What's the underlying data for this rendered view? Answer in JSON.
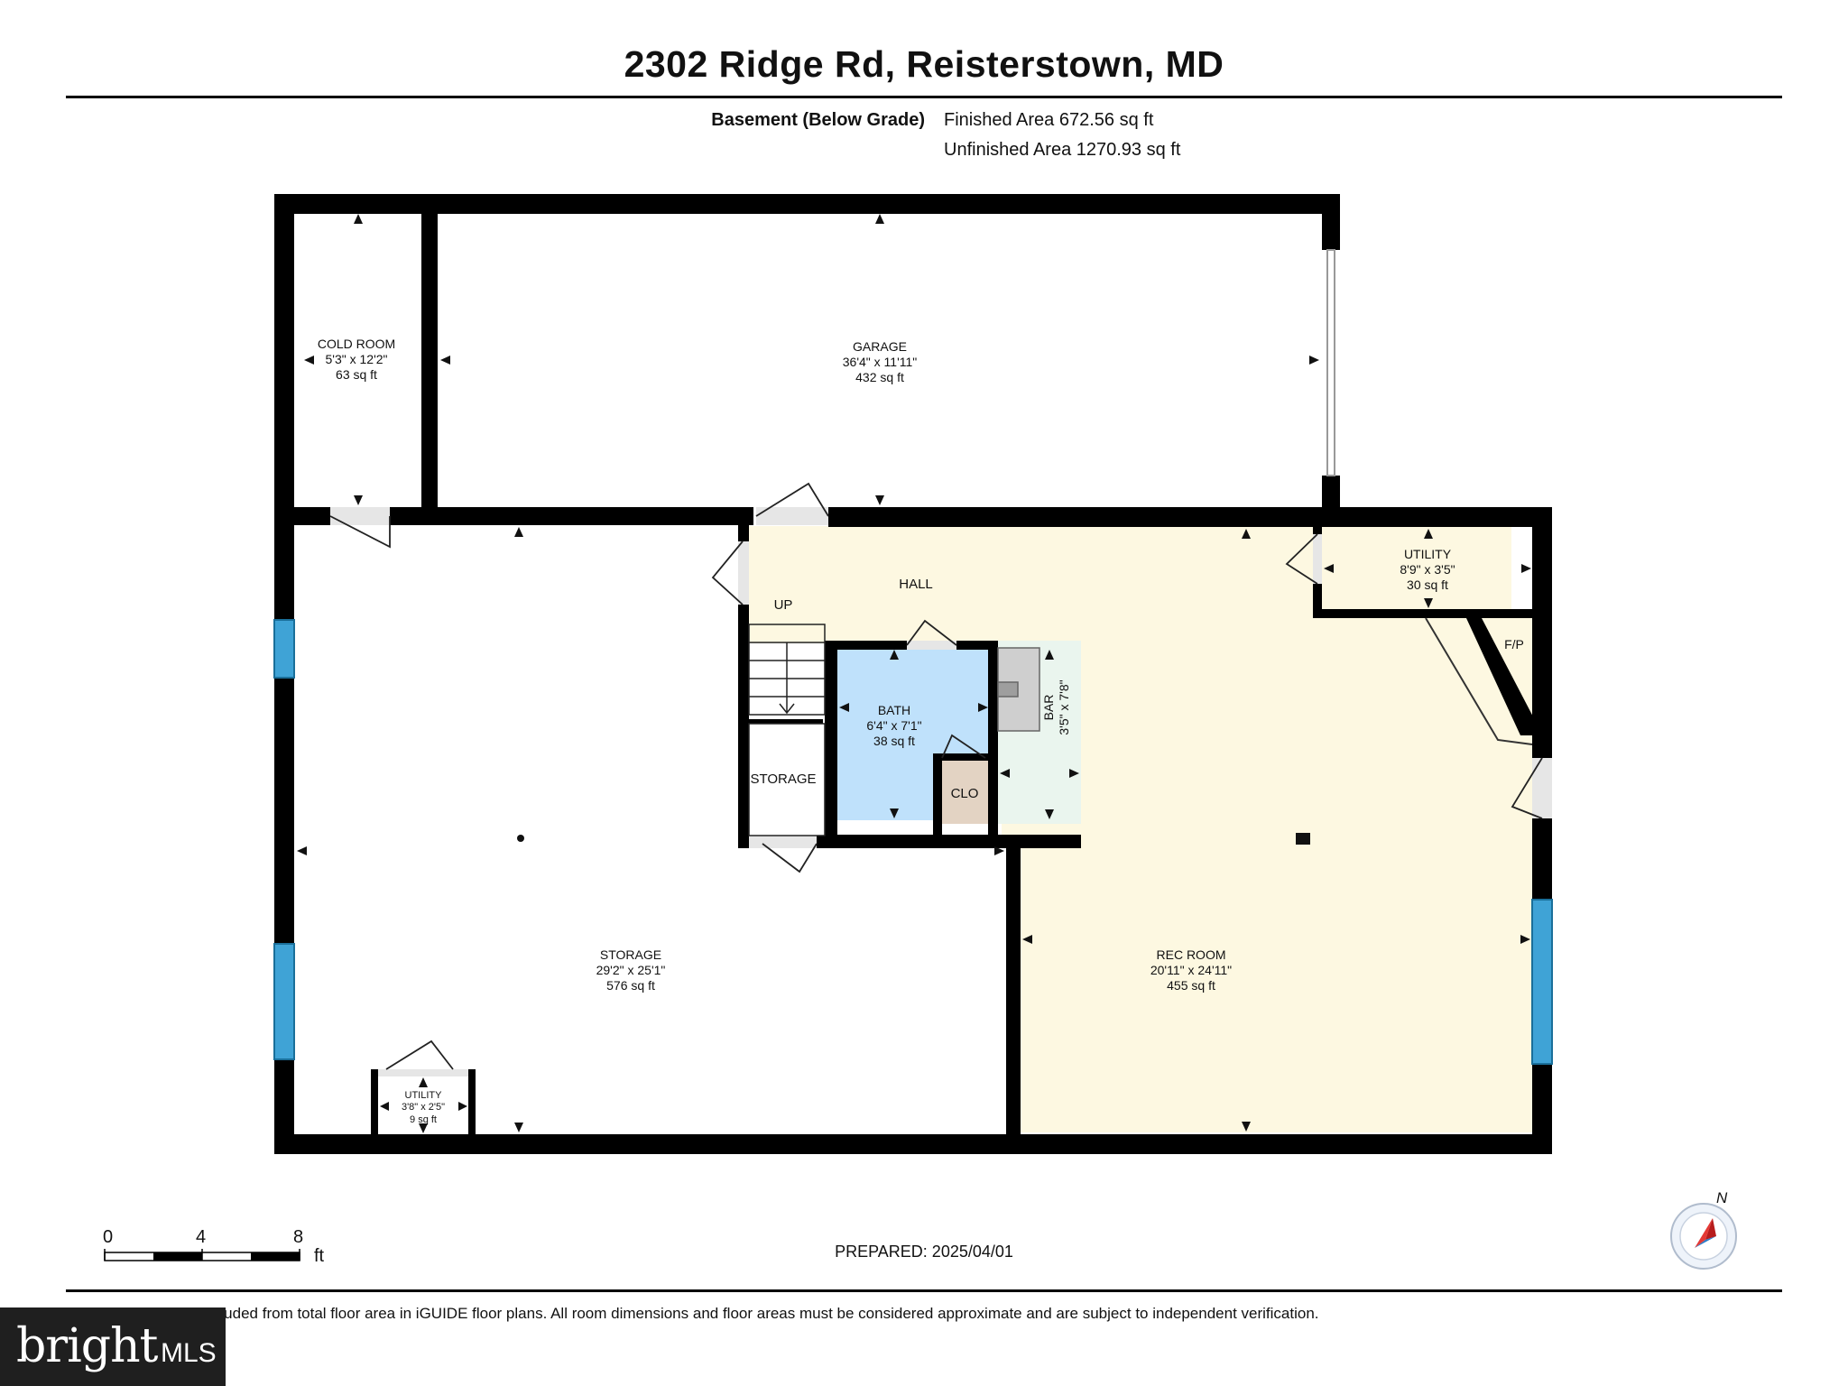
{
  "header": {
    "title": "2302 Ridge Rd, Reisterstown, MD",
    "floor_label": "Basement (Below Grade)",
    "finished_area": "Finished Area 672.56 sq ft",
    "unfinished_area": "Unfinished Area 1270.93 sq ft"
  },
  "rooms": {
    "cold_room": {
      "name": "COLD ROOM",
      "dims": "5'3\" x 12'2\"",
      "area": "63 sq ft"
    },
    "garage": {
      "name": "GARAGE",
      "dims": "36'4\" x 11'11\"",
      "area": "432 sq ft"
    },
    "hall": {
      "name": "HALL"
    },
    "up": {
      "name": "UP"
    },
    "utility_top": {
      "name": "UTILITY",
      "dims": "8'9\" x 3'5\"",
      "area": "30 sq ft"
    },
    "fireplace": {
      "name": "F/P"
    },
    "bath": {
      "name": "BATH",
      "dims": "6'4\" x 7'1\"",
      "area": "38 sq ft"
    },
    "bar": {
      "name": "BAR",
      "dims": "3'5\" x 7'8\""
    },
    "storage_small": {
      "name": "STORAGE"
    },
    "closet": {
      "name": "CLO"
    },
    "storage": {
      "name": "STORAGE",
      "dims": "29'2\" x 25'1\"",
      "area": "576 sq ft"
    },
    "rec_room": {
      "name": "REC ROOM",
      "dims": "20'11\" x 24'11\"",
      "area": "455 sq ft"
    },
    "utility_small": {
      "name": "UTILITY",
      "dims": "3'8\" x 2'5\"",
      "area": "9 sq ft"
    }
  },
  "colors": {
    "wall": "#000000",
    "finished_floor": "#fdf8e1",
    "bath_floor": "#bfe1fb",
    "bar_floor": "#eaf5ee",
    "closet_floor": "#e3d3c3",
    "window": "#3fa3d6",
    "compass_arrow": "#e53935"
  },
  "footer": {
    "prepared": "PREPARED: 2025/04/01",
    "disclaimer": "White regions are excluded from total floor area in iGUIDE floor plans. All room dimensions and floor areas must be considered approximate and are subject to independent verification.",
    "scale": {
      "ticks": [
        "0",
        "4",
        "8"
      ],
      "unit": "ft"
    },
    "compass_label": "N",
    "logo_text": "bright",
    "logo_suffix": "MLS"
  }
}
